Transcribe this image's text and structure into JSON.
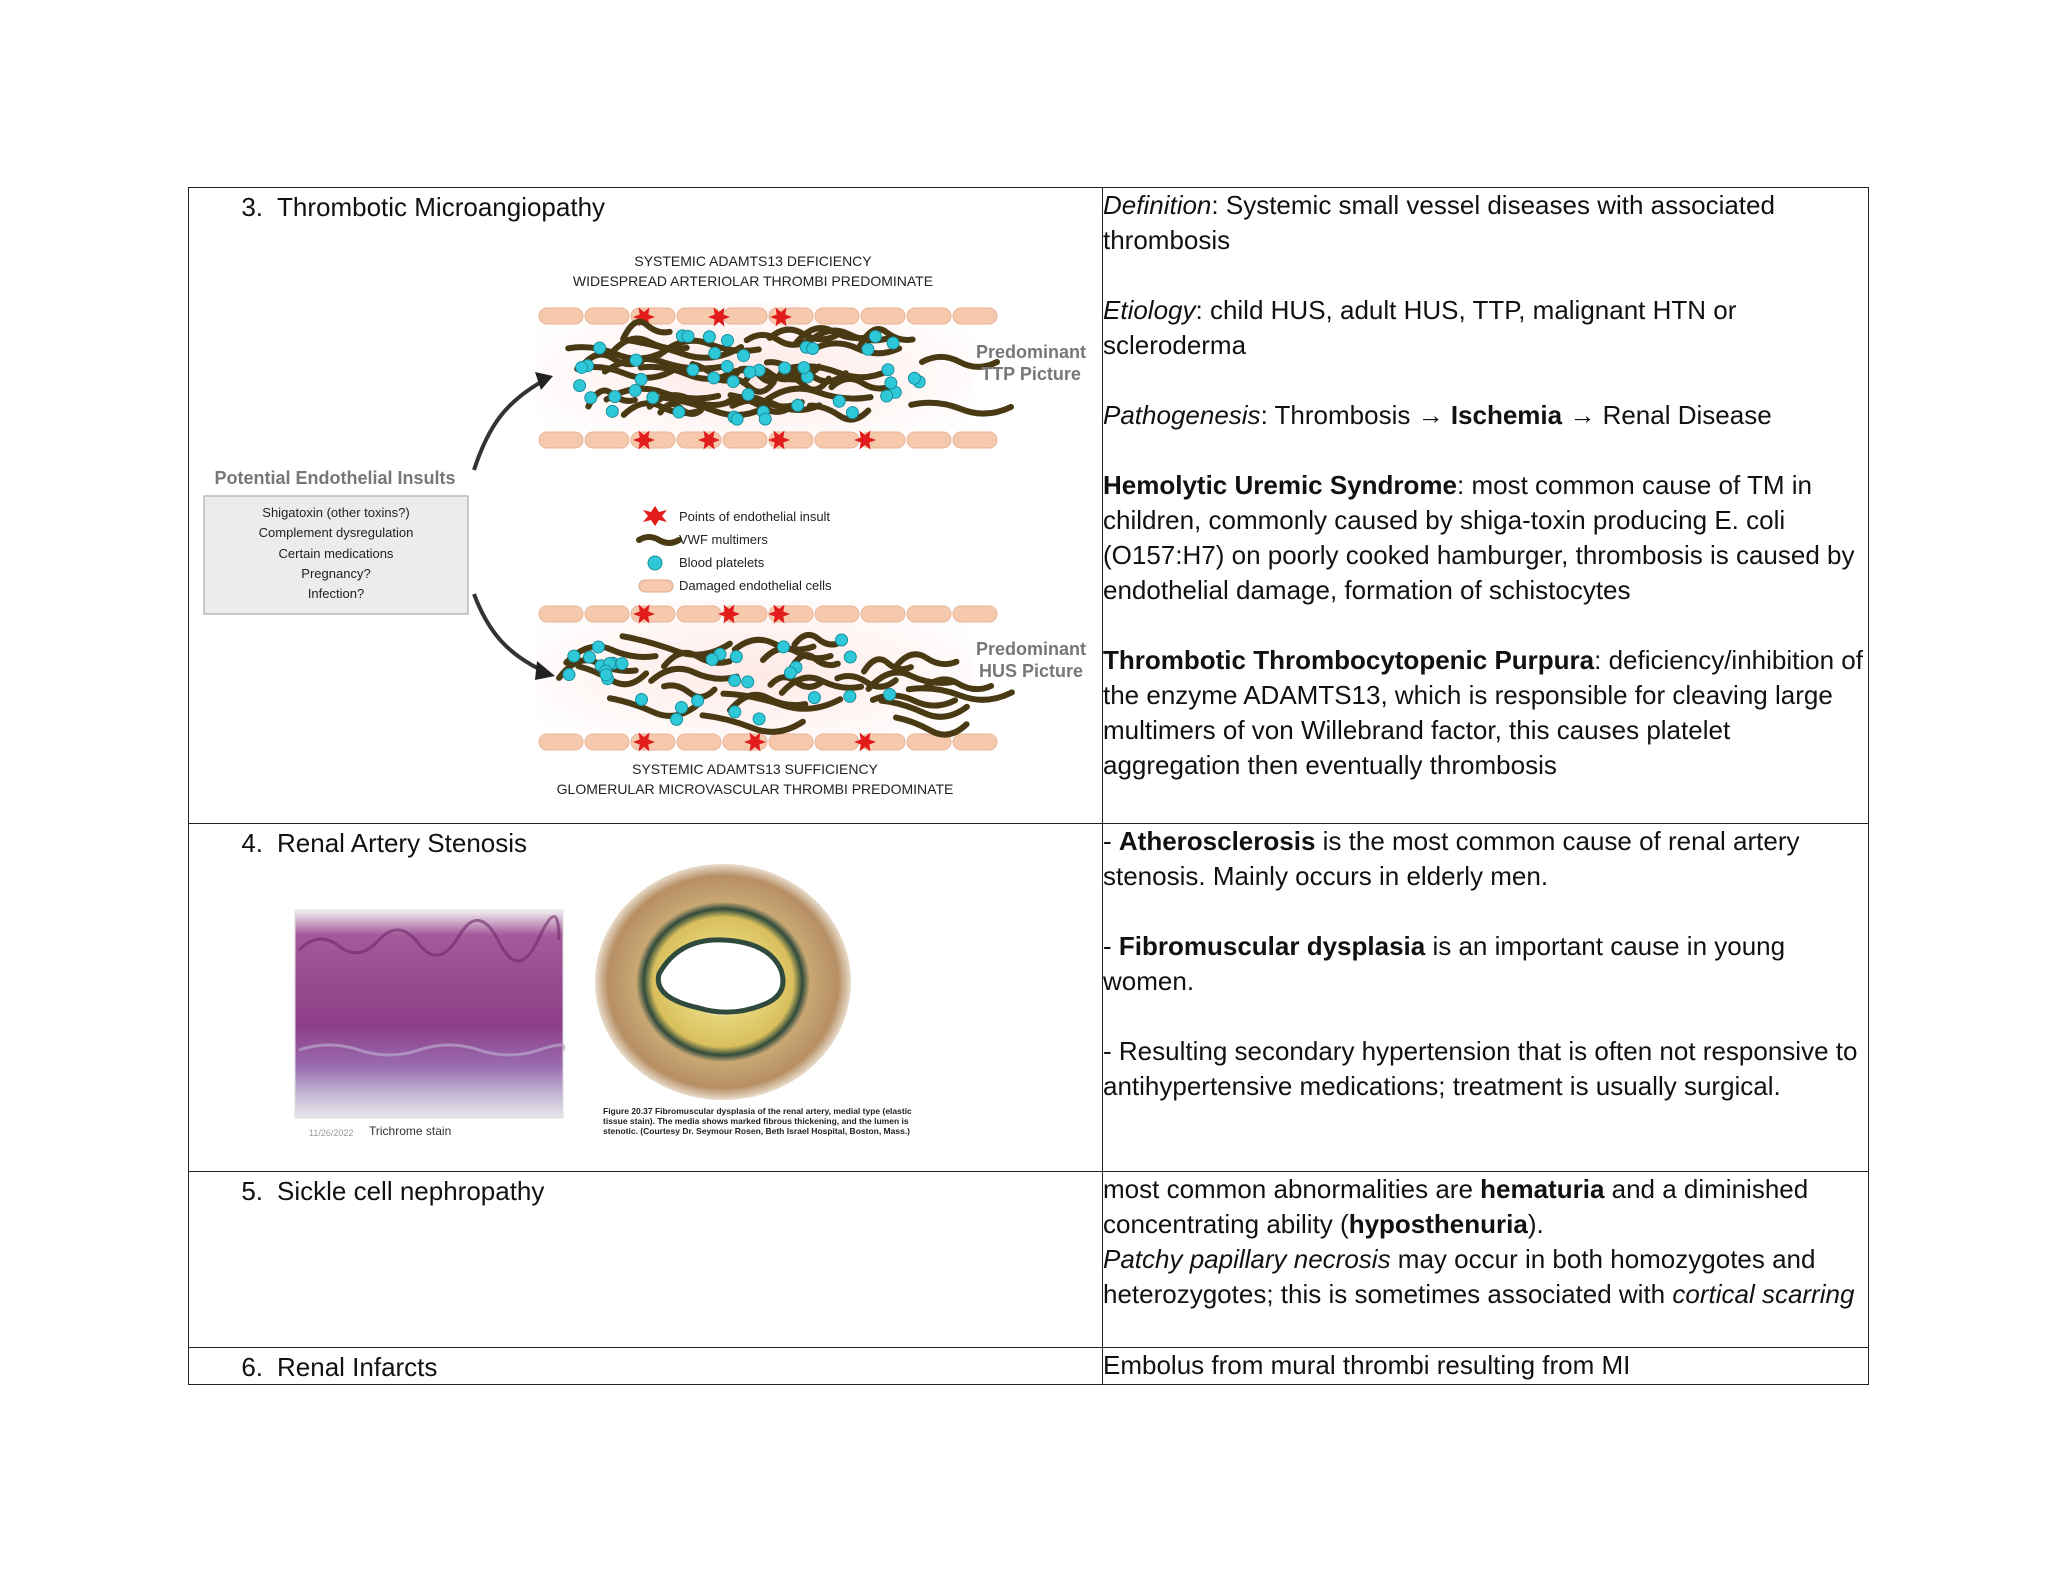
{
  "rows": [
    {
      "num": "3.",
      "title": "Thrombotic Microangiopathy",
      "figure": {
        "top_caption_1": "SYSTEMIC ADAMTS13 DEFICIENCY",
        "top_caption_2": "WIDESPREAD ARTERIOLAR THROMBI PREDOMINATE",
        "ttp_label_1": "Predominant",
        "ttp_label_2": "TTP Picture",
        "hus_label_1": "Predominant",
        "hus_label_2": "HUS Picture",
        "insults_title": "Potential Endothelial Insults",
        "insults": [
          "Shigatoxin (other toxins?)",
          "Complement dysregulation",
          "Certain medications",
          "Pregnancy?",
          "Infection?"
        ],
        "legend": [
          "Points of endothelial insult",
          "VWF multimers",
          "Blood platelets",
          "Damaged endothelial cells"
        ],
        "bottom_caption_1": "SYSTEMIC ADAMTS13 SUFFICIENCY",
        "bottom_caption_2": "GLOMERULAR MICROVASCULAR THROMBI PREDOMINATE"
      },
      "right": {
        "def_label": "Definition",
        "def_text": ": Systemic small vessel diseases with associated thrombosis",
        "etio_label": "Etiology",
        "etio_text": ": child HUS, adult HUS, TTP, malignant HTN or scleroderma",
        "path_label": "Pathogenesis",
        "path_a": ": Thrombosis ",
        "arrow": "→",
        "path_b": "Ischemia",
        "path_c": " Renal Disease",
        "hus_label": "Hemolytic Uremic Syndrome",
        "hus_text": ": most common cause of TM in children, commonly caused by shiga-toxin producing E. coli (O157:H7) on poorly cooked hamburger, thrombosis is caused by endothelial damage, formation of schistocytes",
        "ttp_label": "Thrombotic Thrombocytopenic Purpura",
        "ttp_text": ": deficiency/inhibition of the enzyme ADAMTS13, which is responsible for cleaving large multimers of von Willebrand factor, this causes platelet aggregation then eventually thrombosis"
      }
    },
    {
      "num": "4.",
      "title": "Renal Artery Stenosis",
      "figure": {
        "date": "11/26/2022",
        "stain": "Trichrome stain",
        "caption": "Figure 20.37 Fibromuscular dysplasia of the renal artery, medial type (elastic tissue stain). The media shows marked fibrous thickening, and the lumen is stenotic. (Courtesy Dr. Seymour Rosen, Beth Israel Hospital, Boston, Mass.)"
      },
      "right": {
        "p1_a": "- ",
        "p1_b": "Atherosclerosis",
        "p1_c": " is the most common cause of renal artery stenosis. Mainly occurs in elderly men.",
        "p2_a": "- ",
        "p2_b": "Fibromuscular dysplasia",
        "p2_c": " is an important cause in young women.",
        "p3": "- Resulting secondary hypertension that is often not responsive to antihypertensive medications; treatment is usually surgical."
      }
    },
    {
      "num": "5.",
      "title": "Sickle cell nephropathy",
      "right": {
        "a": "most common abnormalities are ",
        "b": "hematuria",
        "c": " and a diminished concentrating ability (",
        "d": "hyposthenuria",
        "e": ").",
        "f": "Patchy papillary necrosis",
        "g": " may occur in both homozygotes and heterozygotes; this is sometimes associated with ",
        "h": "cortical scarring"
      }
    },
    {
      "num": "6.",
      "title": "Renal Infarcts",
      "right": {
        "text": "Embolus from mural thrombi resulting from MI"
      }
    }
  ],
  "colors": {
    "insult_red": "#e21b1b",
    "vwf_brown": "#4a3a14",
    "platelet_cyan": "#2fc8d8",
    "endothelium_peach": "#f6c9ad",
    "label_gray": "#777777"
  }
}
